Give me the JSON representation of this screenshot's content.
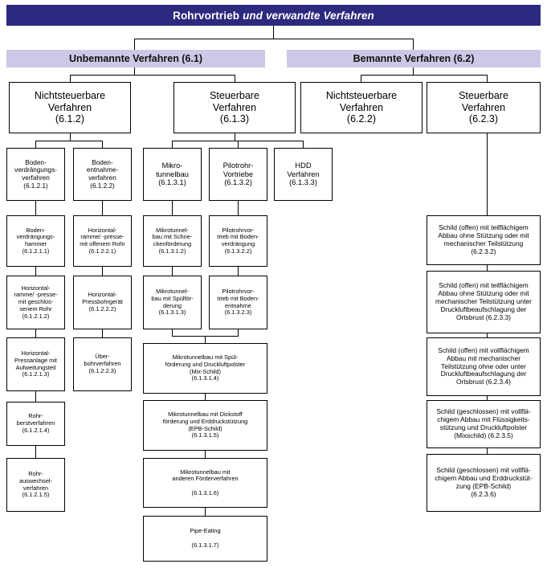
{
  "colors": {
    "root_banner_bg": "#2b2a7e",
    "root_banner_text": "#ffffff",
    "sub_banner_bg": "#cbc9e5",
    "box_border": "#000000",
    "box_bg": "#ffffff"
  },
  "chart_data": {
    "type": "diagram",
    "title": "Rohrvortrieb und verwandte Verfahren",
    "layout": "top-down organizational tree / classification chart",
    "levels": 6
  },
  "root": {
    "title_plain": "Rohrvortrieb ",
    "title_italic": "und verwandte Verfahren"
  },
  "branches": [
    {
      "id": "6.1",
      "label": "Unbemannte Verfahren (6.1)"
    },
    {
      "id": "6.2",
      "label": "Bemannte Verfahren (6.2)"
    }
  ],
  "level2": [
    {
      "label": "Nichtsteuerbare\nVerfahren\n(6.1.2)"
    },
    {
      "label": "Steuerbare\nVerfahren\n(6.1.3)"
    },
    {
      "label": "Nichtsteuerbare\nVerfahren\n(6.2.2)"
    },
    {
      "label": "Steuerbare\nVerfahren\n(6.2.3)"
    }
  ],
  "level3": [
    {
      "label": "Boden-\nverdrängungs-\nverfahren\n(6.1.2.1)"
    },
    {
      "label": "Boden-\nentnahme-\nverfahren\n(6.1.2.2)"
    },
    {
      "label": "Mikro-\ntunnelbau\n(6.1.3.1)"
    },
    {
      "label": "Pilotrohr-\nVortriebe\n(6.1.3.2)"
    },
    {
      "label": "HDD\nVerfahren\n(6.1.3.3)"
    }
  ],
  "col_a": [
    {
      "label": "Boden-\nverdrängungs-\nhammer\n(6.1.2.1.1)"
    },
    {
      "label": "Horizontal-\nramme/ -presse-\nmit geschlos-\nsenem Rohr\n(6.1.2.1.2)"
    },
    {
      "label": "Horizontal-\nPressanlage mit\nAufweitungsteil\n(6.1.2.1.3)"
    },
    {
      "label": "Rohr-\nberstverfahren\n(6.1.2.1.4)"
    },
    {
      "label": "Rohr-\nauswechsel-\nverfahren\n(6.1.2.1.5)"
    }
  ],
  "col_b": [
    {
      "label": "Horizontal-\nramme/ -presse-\nmit offenem Rohr\n(6.1.2.2.1)"
    },
    {
      "label": "Horizontal-\nPressbohrgerät\n(6.1.2.2.2)"
    },
    {
      "label": "Über-\nbohrverfahren\n(6.1.2.2.3)"
    }
  ],
  "col_c": [
    {
      "label": "Mikrotunnel-\nbau mit Schne-\nckenförderung\n(6.1.3.1.2)"
    },
    {
      "label": "Mikrotunnel-\nbau mit Spülför-\nderung\n(6.1.3.1.3)"
    }
  ],
  "col_d": [
    {
      "label": "Pilotrohrvor-\ntrieb mit Boden-\nverdrängung\n(6.1.3.2.2)"
    },
    {
      "label": "Pilotrohrvor-\ntrieb mit Boden-\nentnahme\n(6.1.3.2.3)"
    }
  ],
  "col_wide": [
    {
      "label": "Mikrotunnelbau mit Spül-\nförderung und Druckluftpolster\n(Mix-Schild)\n(6.1.3.1.4)"
    },
    {
      "label": "Mikrotunnelbau mit Dickstoff\nförderung und Erddruckstützung\n(EPB-Schild)\n(6.1.3.1.5)"
    },
    {
      "label": "Mikrotunnelbau mit\nanderen Förderverfahren\n\n(6.1.3.1.6)"
    },
    {
      "label": "Pipe-Eating\n\n(6.1.3.1.7)"
    }
  ],
  "col_shield": [
    {
      "label": "Schild (offen) mit teilflächigem\nAbbau ohne Stützung oder mit\nmechanischer Teilstützung\n(6.2.3.2)"
    },
    {
      "label": "Schild (offen) mit teilflächigem\nAbbau ohne Stützung oder mit\nmechanischer Teilstützung unter\nDruckluftbeaufschlagung der\nOrtsbrust (6.2.3.3)"
    },
    {
      "label": "Schild (offen) mit vollflächigem\nAbbau mit mechanischer\nTeilstützung ohne oder unter\nDruckluftbeaufschlagung der\nOrtsbrust (6.2.3.4)"
    },
    {
      "label": "Schild (geschlossen) mit vollflä-\nchigem Abbau mit Flüssigkeits-\nstützung  und Druckluftpolster\n(Mixschild) (6.2.3.5)"
    },
    {
      "label": "Schild (geschlossen) mit vollflä-\nchigem Abbau und Erddruckstüt-\nzung (EPB-Schild)\n(6.2.3.6)"
    }
  ]
}
